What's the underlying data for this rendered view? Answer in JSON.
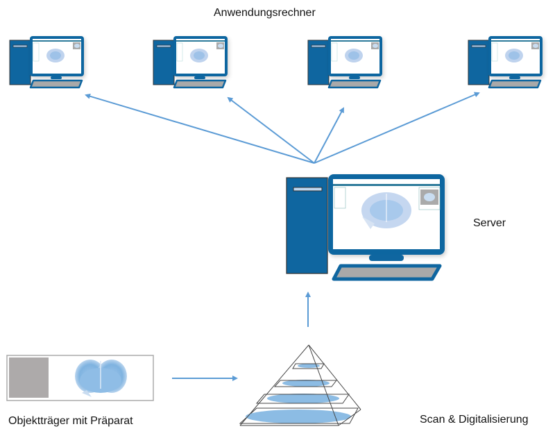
{
  "labels": {
    "clients": "Anwendungsrechner",
    "server": "Server",
    "slide": "Objektträger mit Präparat",
    "scan": "Scan & Digitalisierung"
  },
  "colors": {
    "computer_blue": "#0F66A0",
    "computer_dark": "#0A4F82",
    "arrow": "#5B9BD5",
    "keyboard_gray": "#A9A9A9",
    "slide_label_gray": "#ADAAAA",
    "tissue_blue": "#7FB3E0"
  },
  "nodes": {
    "client_count": 4,
    "server_count": 1
  }
}
